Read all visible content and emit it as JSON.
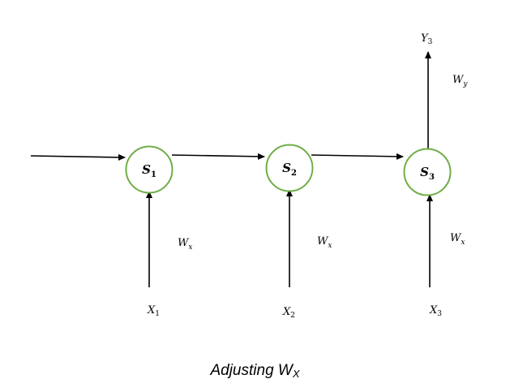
{
  "diagram": {
    "nodes": [
      {
        "id": "s1",
        "label": "S",
        "sub": "1"
      },
      {
        "id": "s2",
        "label": "S",
        "sub": "2"
      },
      {
        "id": "s3",
        "label": "S",
        "sub": "3"
      }
    ],
    "inputs": [
      {
        "id": "x1",
        "label": "X",
        "sub": "1"
      },
      {
        "id": "x2",
        "label": "X",
        "sub": "2"
      },
      {
        "id": "x3",
        "label": "X",
        "sub": "3"
      }
    ],
    "input_weights": [
      {
        "label": "W",
        "sub": "x"
      },
      {
        "label": "W",
        "sub": "x"
      },
      {
        "label": "W",
        "sub": "x"
      }
    ],
    "output": {
      "label": "Y",
      "sub": "3"
    },
    "output_weight": {
      "label": "W",
      "sub": "y"
    },
    "node_stroke_color": "#70ad47",
    "edge_color": "#000000"
  },
  "caption": {
    "text": "Adjusting W",
    "sub": "X"
  }
}
